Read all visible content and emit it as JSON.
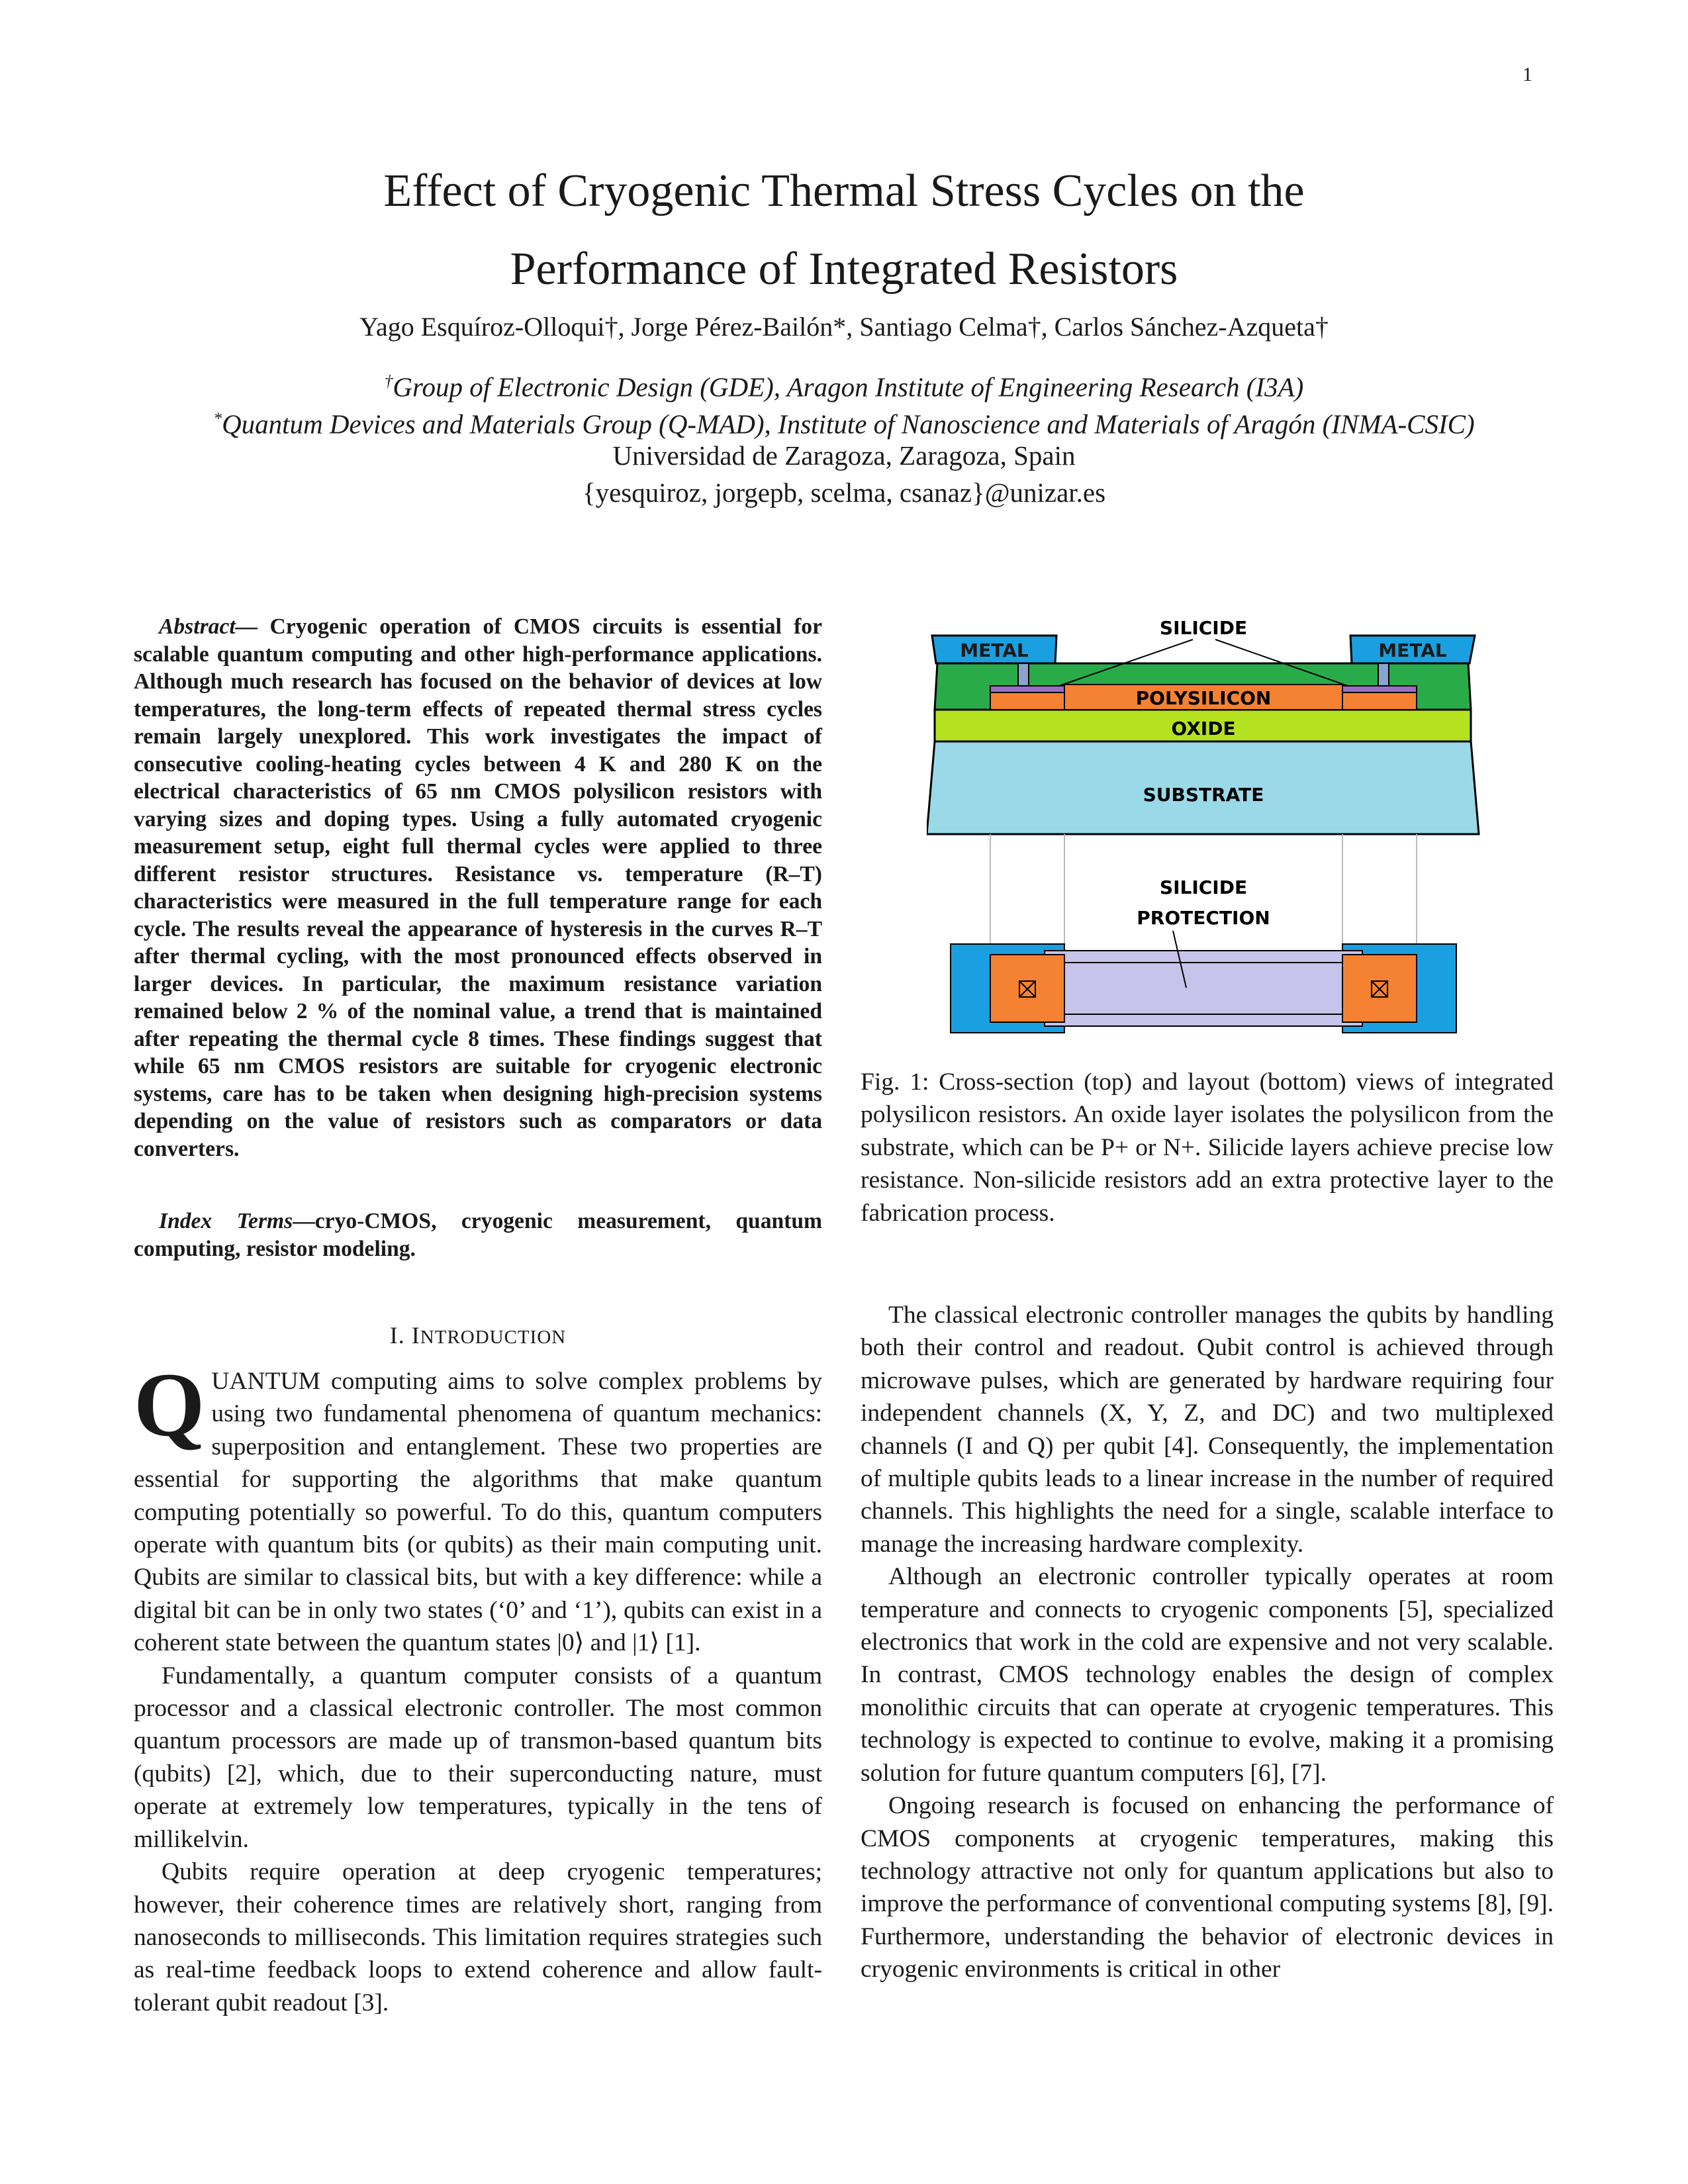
{
  "page_number": "1",
  "title": {
    "line1": "Effect of Cryogenic Thermal Stress Cycles on the",
    "line2": "Performance of Integrated Resistors"
  },
  "authors": "Yago Esquíroz-Olloqui†, Jorge Pérez-Bailón*, Santiago Celma†, Carlos Sánchez-Azqueta†",
  "affiliations": {
    "gde_mark": "†",
    "gde": "Group of Electronic Design (GDE), Aragon Institute of Engineering Research (I3A)",
    "qmad_mark": "*",
    "qmad": "Quantum Devices and Materials Group (Q-MAD), Institute of Nanoscience and Materials of Aragón (INMA-CSIC)",
    "university": "Universidad de Zaragoza, Zaragoza, Spain",
    "emails": "{yesquiroz, jorgepb, scelma, csanaz}@unizar.es"
  },
  "abstract": {
    "lead": "Abstract—",
    "text": " Cryogenic operation of CMOS circuits is essential for scalable quantum computing and other high-performance applications. Although much research has focused on the behavior of devices at low temperatures, the long-term effects of repeated thermal stress cycles remain largely unexplored. This work investigates the impact of consecutive cooling-heating cycles between 4 K and 280 K on the electrical characteristics of 65 nm CMOS polysilicon resistors with varying sizes and doping types. Using a fully automated cryogenic measurement setup, eight full thermal cycles were applied to three different resistor structures. Resistance vs. temperature (R–T) characteristics were measured in the full temperature range for each cycle. The results reveal the appearance of hysteresis in the curves R–T after thermal cycling, with the most pronounced effects observed in larger devices. In particular, the maximum resistance variation remained below 2 % of the nominal value, a trend that is maintained after repeating the thermal cycle 8 times. These findings suggest that while 65 nm CMOS resistors are suitable for cryogenic electronic systems, care has to be taken when designing high-precision systems depending on the value of resistors such as comparators or data converters."
  },
  "index_terms": {
    "lead": "Index Terms",
    "text": "—cryo-CMOS, cryogenic measurement, quantum computing, resistor modeling."
  },
  "section": {
    "number": "I.",
    "title_first": "I",
    "title_rest": "NTRODUCTION"
  },
  "intro_left": {
    "dropcap": "Q",
    "p1": "UANTUM computing aims to solve complex problems by using two fundamental phenomena of quantum mechanics: superposition and entanglement. These two properties are essential for supporting the algorithms that make quantum computing potentially so powerful. To do this, quantum computers operate with quantum bits (or qubits) as their main computing unit. Qubits are similar to classical bits, but with a key difference: while a digital bit can be in only two states (‘0’ and ‘1’), qubits can exist in a coherent state between the quantum states |0⟩ and |1⟩ [1].",
    "p2": "Fundamentally, a quantum computer consists of a quantum processor and a classical electronic controller. The most common quantum processors are made up of transmon-based quantum bits (qubits) [2], which, due to their superconducting nature, must operate at extremely low temperatures, typically in the tens of millikelvin.",
    "p3": "Qubits require operation at deep cryogenic temperatures; however, their coherence times are relatively short, ranging from nanoseconds to milliseconds. This limitation requires strategies such as real-time feedback loops to extend coherence and allow fault-tolerant qubit readout [3]."
  },
  "intro_right": {
    "p1": "The classical electronic controller manages the qubits by handling both their control and readout. Qubit control is achieved through microwave pulses, which are generated by hardware requiring four independent channels (X, Y, Z, and DC) and two multiplexed channels (I and Q) per qubit [4]. Consequently, the implementation of multiple qubits leads to a linear increase in the number of required channels. This highlights the need for a single, scalable interface to manage the increasing hardware complexity.",
    "p2": "Although an electronic controller typically operates at room temperature and connects to cryogenic components [5], specialized electronics that work in the cold are expensive and not very scalable. In contrast, CMOS technology enables the design of complex monolithic circuits that can operate at cryogenic temperatures. This technology is expected to continue to evolve, making it a promising solution for future quantum computers [6], [7].",
    "p3": "Ongoing research is focused on enhancing the performance of CMOS components at cryogenic temperatures, making this technology attractive not only for quantum applications but also to improve the performance of conventional computing systems [8], [9]. Furthermore, understanding the behavior of electronic devices in cryogenic environments is critical in other"
  },
  "figure": {
    "caption": "Fig. 1: Cross-section (top) and layout (bottom) views of integrated polysilicon resistors. An oxide layer isolates the polysilicon from the substrate, which can be P+ or N+. Silicide layers achieve precise low resistance. Non-silicide resistors add an extra protective layer to the fabrication process.",
    "labels": {
      "silicide": "SILICIDE",
      "metal_left": "METAL",
      "metal_right": "METAL",
      "polysilicon": "POLYSILICON",
      "oxide": "OXIDE",
      "substrate": "SUBSTRATE",
      "protection_line1": "SILICIDE",
      "protection_line2": "PROTECTION"
    },
    "colors": {
      "metal": "#1a9fe0",
      "field_oxide": "#2aab4a",
      "polysilicon": "#f58232",
      "silicide": "#9b6fc4",
      "oxide": "#b5e21e",
      "substrate": "#9ad9e8",
      "protection": "#c8c3ea",
      "contact": "#8aa4cc"
    }
  }
}
